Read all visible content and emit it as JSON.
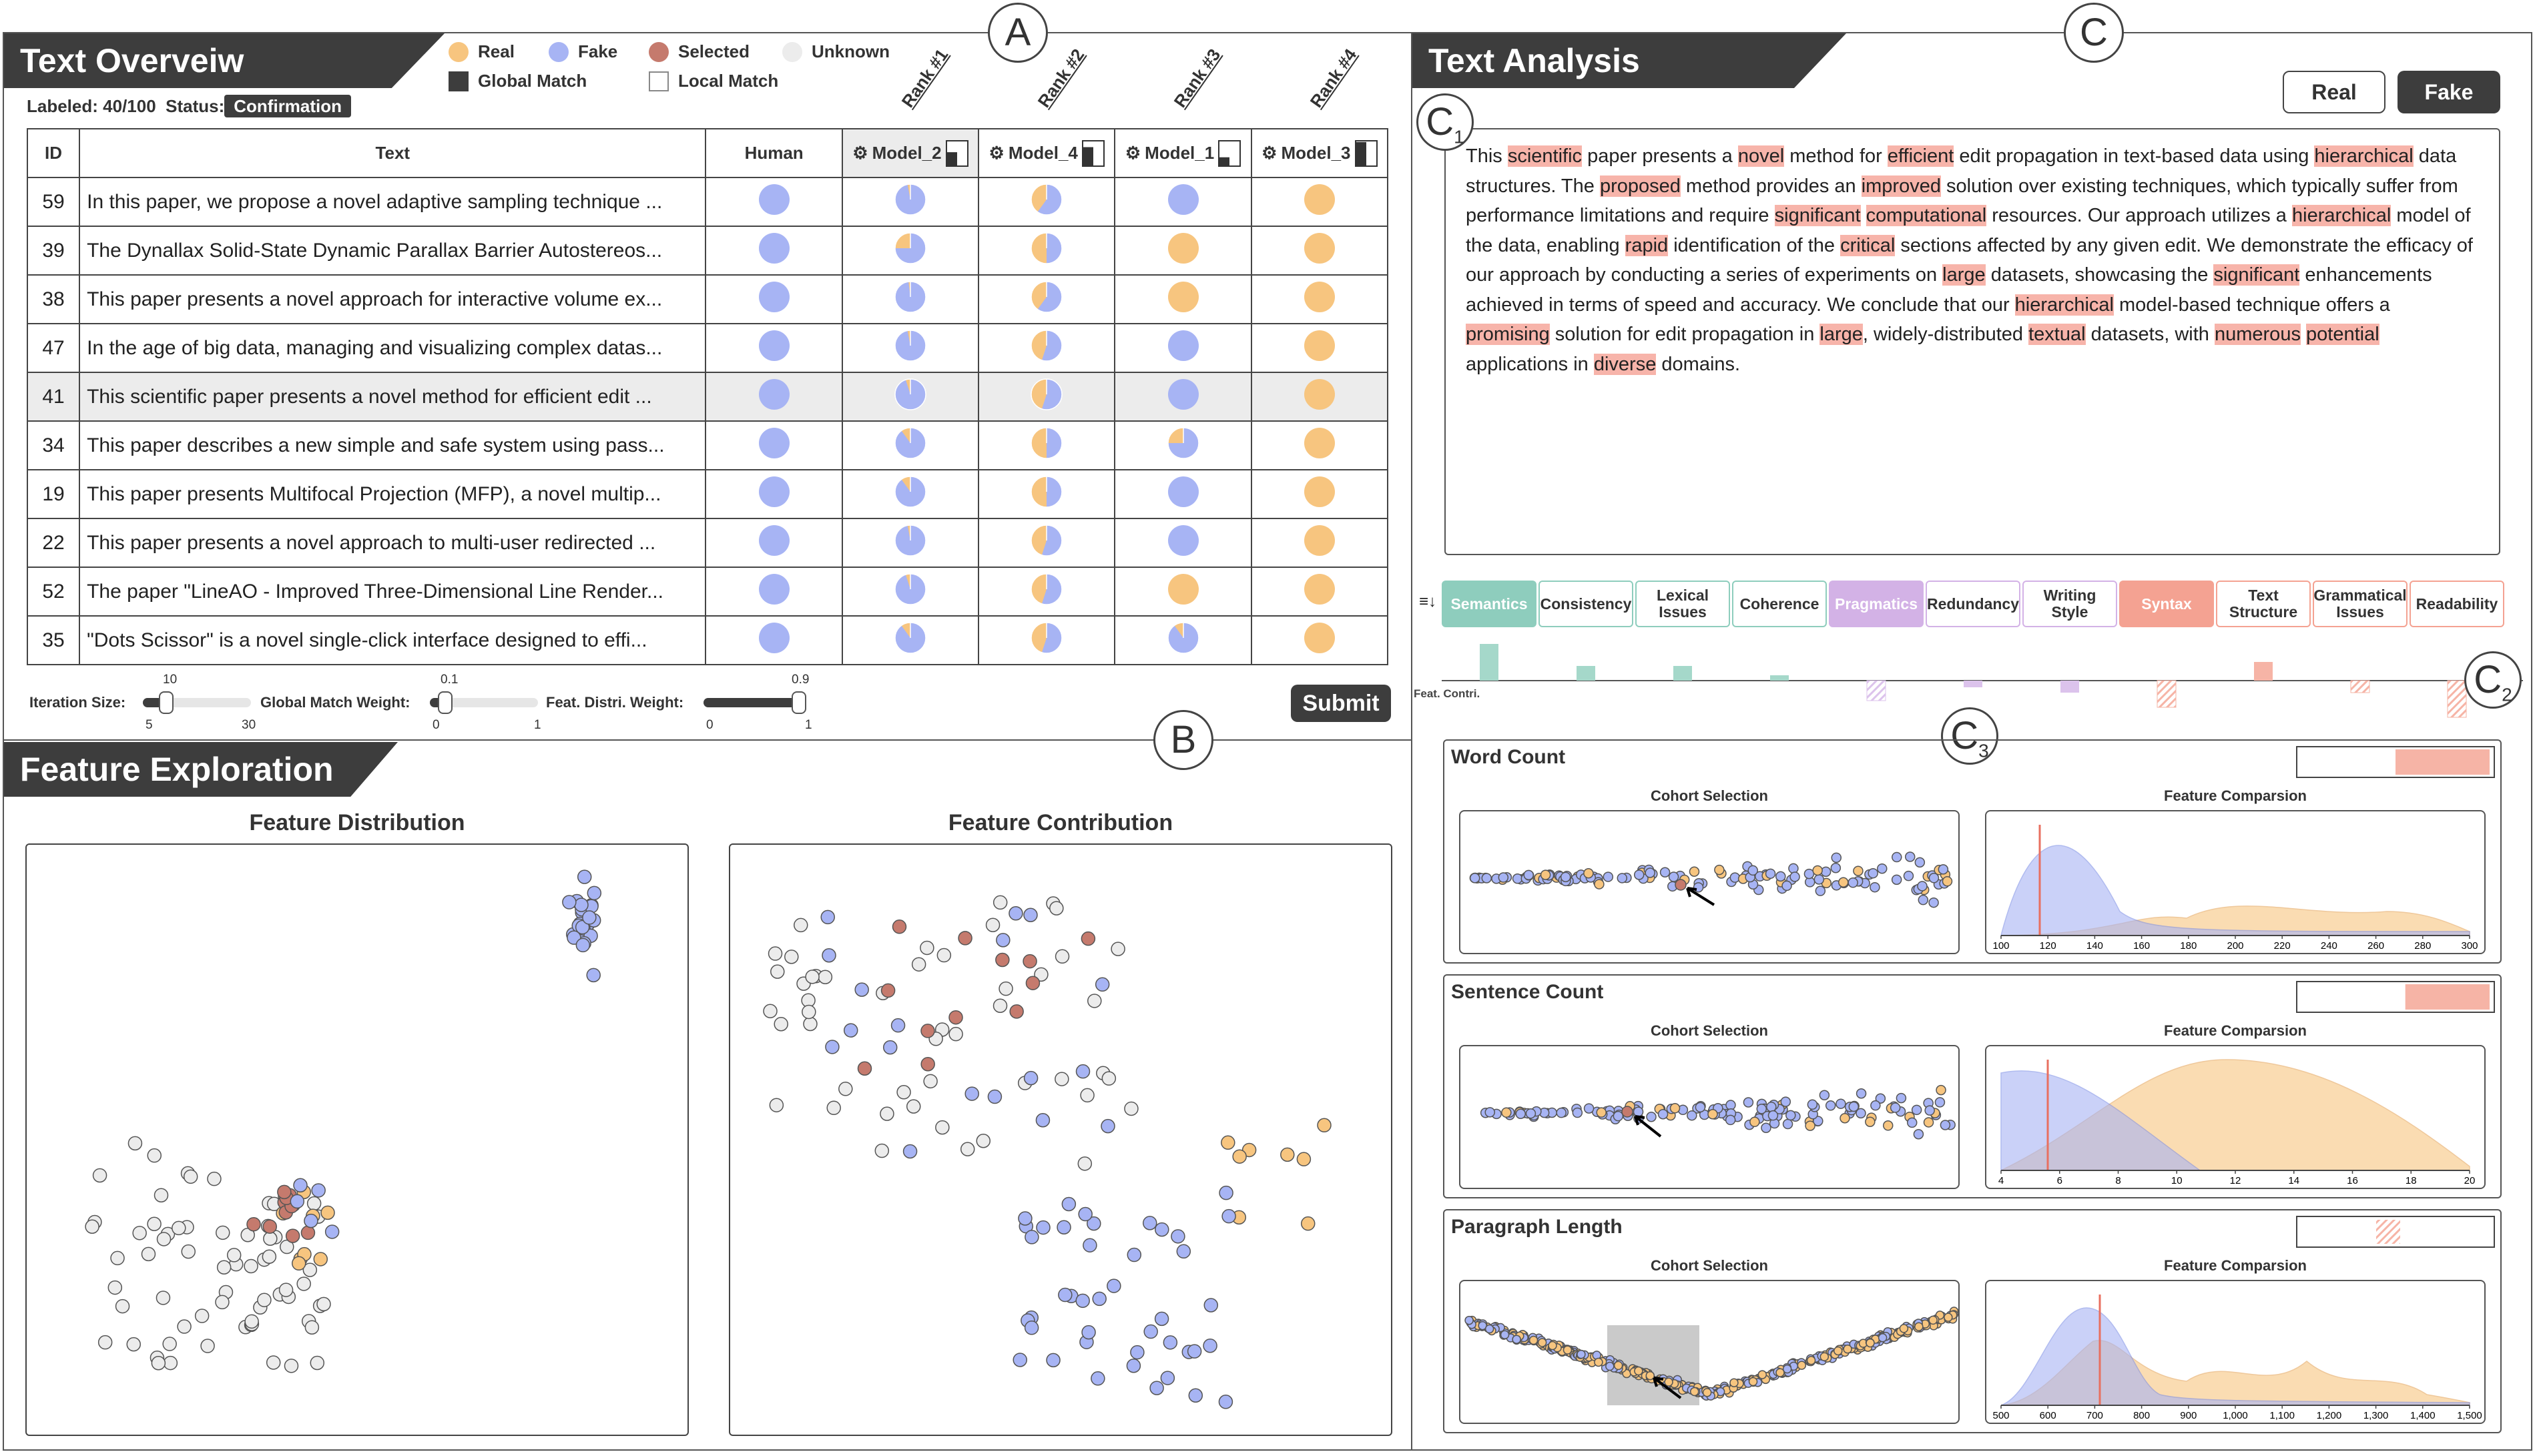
{
  "panels": {
    "a": {
      "title": "Text Overveiw",
      "circle": "A"
    },
    "b": {
      "title": "Feature Exploration",
      "circle": "B"
    },
    "c": {
      "title": "Text Analysis",
      "circle": "C"
    }
  },
  "legend": {
    "real": "Real",
    "fake": "Fake",
    "selected": "Selected",
    "unknown": "Unknown",
    "global_match": "Global Match",
    "local_match": "Local Match"
  },
  "colors": {
    "real": "#f7c57f",
    "fake": "#a7b4f4",
    "selected": "#c57a6d",
    "unknown": "#ececec",
    "dark": "#3d3d3d",
    "highlight": "#f7b4aa"
  },
  "status": {
    "labeled_label": "Labeled:",
    "labeled_value": "40/100",
    "status_label": "Status:",
    "status_value": "Confirmation"
  },
  "table": {
    "headers": {
      "id": "ID",
      "text": "Text",
      "human": "Human"
    },
    "models": [
      {
        "name": "Model_2",
        "rank": "Rank #1",
        "bar": 0.55
      },
      {
        "name": "Model_4",
        "rank": "Rank #2",
        "bar": 0.75
      },
      {
        "name": "Model_1",
        "rank": "Rank #3",
        "bar": 0.35
      },
      {
        "name": "Model_3",
        "rank": "Rank #4",
        "bar": 0.95
      }
    ],
    "rows": [
      {
        "id": "59",
        "text": "In this paper, we propose a novel adaptive sampling technique ...",
        "human": [
          0,
          1
        ],
        "m": [
          [
            0.03,
            0.97
          ],
          [
            0.4,
            0.6
          ],
          [
            0,
            1
          ],
          [
            1,
            0
          ]
        ]
      },
      {
        "id": "39",
        "text": "The Dynallax Solid-State Dynamic Parallax Barrier Autostereos...",
        "human": [
          0,
          1
        ],
        "m": [
          [
            0.25,
            0.75
          ],
          [
            0.5,
            0.5
          ],
          [
            1,
            0
          ],
          [
            1,
            0
          ]
        ]
      },
      {
        "id": "38",
        "text": "This paper presents a novel approach for interactive volume ex...",
        "human": [
          0,
          1
        ],
        "m": [
          [
            0.02,
            0.98
          ],
          [
            0.4,
            0.6
          ],
          [
            1,
            0
          ],
          [
            1,
            0
          ]
        ]
      },
      {
        "id": "47",
        "text": "In the age of big data, managing and visualizing complex datas...",
        "human": [
          0,
          1
        ],
        "m": [
          [
            0.03,
            0.97
          ],
          [
            0.45,
            0.55
          ],
          [
            0,
            1
          ],
          [
            1,
            0
          ]
        ]
      },
      {
        "id": "41",
        "text": "This scientific paper presents a novel method for efficient edit ...",
        "human": [
          0,
          1
        ],
        "m": [
          [
            0.05,
            0.95
          ],
          [
            0.45,
            0.55
          ],
          [
            0,
            1
          ],
          [
            1,
            0
          ]
        ]
      },
      {
        "id": "34",
        "text": "This paper describes a new simple and safe system using pass...",
        "human": [
          0,
          1
        ],
        "m": [
          [
            0.1,
            0.9
          ],
          [
            0.5,
            0.5
          ],
          [
            0.25,
            0.75
          ],
          [
            1,
            0
          ]
        ]
      },
      {
        "id": "19",
        "text": "This paper presents Multifocal Projection (MFP), a novel multip...",
        "human": [
          0,
          1
        ],
        "m": [
          [
            0.1,
            0.9
          ],
          [
            0.5,
            0.5
          ],
          [
            0,
            1
          ],
          [
            1,
            0
          ]
        ]
      },
      {
        "id": "22",
        "text": "This paper presents a novel approach to multi-user redirected ...",
        "human": [
          0,
          1
        ],
        "m": [
          [
            0.03,
            0.97
          ],
          [
            0.45,
            0.55
          ],
          [
            0,
            1
          ],
          [
            1,
            0
          ]
        ]
      },
      {
        "id": "52",
        "text": "The paper \"LineAO - Improved Three-Dimensional Line Render...",
        "human": [
          0,
          1
        ],
        "m": [
          [
            0.05,
            0.95
          ],
          [
            0.45,
            0.55
          ],
          [
            1,
            0
          ],
          [
            1,
            0
          ]
        ]
      },
      {
        "id": "35",
        "text": "\"Dots Scissor\" is a novel single-click interface designed to effi...",
        "human": [
          0,
          1
        ],
        "m": [
          [
            0.1,
            0.9
          ],
          [
            0.45,
            0.55
          ],
          [
            0.1,
            0.9
          ],
          [
            1,
            0
          ]
        ]
      }
    ],
    "selected_row": 4
  },
  "controls": {
    "iteration": {
      "label": "Iteration Size:",
      "min": "5",
      "max": "30",
      "value": "10",
      "fraction": 0.2
    },
    "global": {
      "label": "Global Match Weight:",
      "min": "0",
      "max": "1",
      "value": "0.1",
      "fraction": 0.1
    },
    "feat": {
      "label": "Feat. Distri. Weight:",
      "min": "0",
      "max": "1",
      "value": "0.9",
      "fraction": 0.9
    },
    "submit": "Submit"
  },
  "feature_exploration": {
    "dist_title": "Feature Distribution",
    "contrib_title": "Feature Contribution"
  },
  "text_analysis": {
    "real_btn": "Real",
    "fake_btn": "Fake",
    "c1": "C",
    "c1_sub": "1",
    "c2": "C",
    "c2_sub": "2",
    "c3": "C",
    "c3_sub": "3",
    "paragraph": [
      {
        "t": "This "
      },
      {
        "t": "scientific",
        "h": 1
      },
      {
        "t": " paper presents a "
      },
      {
        "t": "novel",
        "h": 1
      },
      {
        "t": " method for "
      },
      {
        "t": "efficient",
        "h": 1
      },
      {
        "t": " edit propagation in text-based data using "
      },
      {
        "t": "hierarchical",
        "h": 1
      },
      {
        "t": " data structures. The "
      },
      {
        "t": "proposed",
        "h": 1
      },
      {
        "t": " method provides an "
      },
      {
        "t": "improved",
        "h": 1
      },
      {
        "t": " solution over existing techniques, which typically suffer from performance limitations and require "
      },
      {
        "t": "significant",
        "h": 1
      },
      {
        "t": " "
      },
      {
        "t": "computational",
        "h": 1
      },
      {
        "t": " resources. Our approach utilizes a "
      },
      {
        "t": "hierarchical",
        "h": 1
      },
      {
        "t": " model of the data, enabling "
      },
      {
        "t": "rapid",
        "h": 1
      },
      {
        "t": " identification of the "
      },
      {
        "t": "critical",
        "h": 1
      },
      {
        "t": " sections affected by any given edit. We demonstrate the efficacy of our approach by conducting a series of experiments on "
      },
      {
        "t": "large",
        "h": 1
      },
      {
        "t": " datasets, showcasing the "
      },
      {
        "t": "significant",
        "h": 1
      },
      {
        "t": " enhancements achieved in terms of speed and accuracy. We conclude that our "
      },
      {
        "t": "hierarchical",
        "h": 1
      },
      {
        "t": " model-based technique offers a "
      },
      {
        "t": "promising",
        "h": 1
      },
      {
        "t": " solution for edit propagation in "
      },
      {
        "t": "large",
        "h": 1
      },
      {
        "t": ", widely-distributed "
      },
      {
        "t": "textual",
        "h": 1
      },
      {
        "t": " datasets, with "
      },
      {
        "t": "numerous",
        "h": 1
      },
      {
        "t": " "
      },
      {
        "t": "potential",
        "h": 1
      },
      {
        "t": " applications in "
      },
      {
        "t": "diverse",
        "h": 1
      },
      {
        "t": " domains."
      }
    ],
    "feat_contri_label": "Feat. Contri.",
    "sort_icon_text": "≡↓",
    "tags": [
      {
        "label": "Semantics",
        "style": "teal-fill",
        "value": 0.55,
        "hatched": false
      },
      {
        "label": "Consistency",
        "style": "teal",
        "value": 0.22,
        "hatched": false
      },
      {
        "label": "Lexical Issues",
        "style": "teal",
        "value": 0.22,
        "hatched": false
      },
      {
        "label": "Coherence",
        "style": "teal",
        "value": 0.08,
        "hatched": false
      },
      {
        "label": "Pragmatics",
        "style": "purple-fill",
        "value": -0.3,
        "hatched": true
      },
      {
        "label": "Redundancy",
        "style": "purple",
        "value": -0.1,
        "hatched": false
      },
      {
        "label": "Writing Style",
        "style": "purple",
        "value": -0.18,
        "hatched": false
      },
      {
        "label": "Syntax",
        "style": "red-fill",
        "value": -0.4,
        "hatched": true
      },
      {
        "label": "Text Structure",
        "style": "red",
        "value": 0.28,
        "hatched": false
      },
      {
        "label": "Grammatical Issues",
        "style": "red",
        "value": -0.18,
        "hatched": true
      },
      {
        "label": "Readability",
        "style": "red",
        "value": -0.55,
        "hatched": true
      }
    ],
    "features": [
      {
        "title": "Word Count",
        "cohort": "Cohort Selection",
        "compare": "Feature Comparsion",
        "ticks": [
          "100",
          "120",
          "140",
          "160",
          "180",
          "200",
          "220",
          "240",
          "260",
          "280",
          "300"
        ],
        "toggle": 0.5
      },
      {
        "title": "Sentence Count",
        "cohort": "Cohort Selection",
        "compare": "Feature Comparsion",
        "ticks": [
          "4",
          "6",
          "8",
          "10",
          "12",
          "14",
          "16",
          "18",
          "20"
        ],
        "toggle": 0.45
      },
      {
        "title": "Paragraph Length",
        "cohort": "Cohort Selection",
        "compare": "Feature Comparsion",
        "ticks": [
          "500",
          "600",
          "700",
          "800",
          "900",
          "1,000",
          "1,100",
          "1,200",
          "1,300",
          "1,400",
          "1,500"
        ],
        "toggle": 0.12
      }
    ]
  }
}
